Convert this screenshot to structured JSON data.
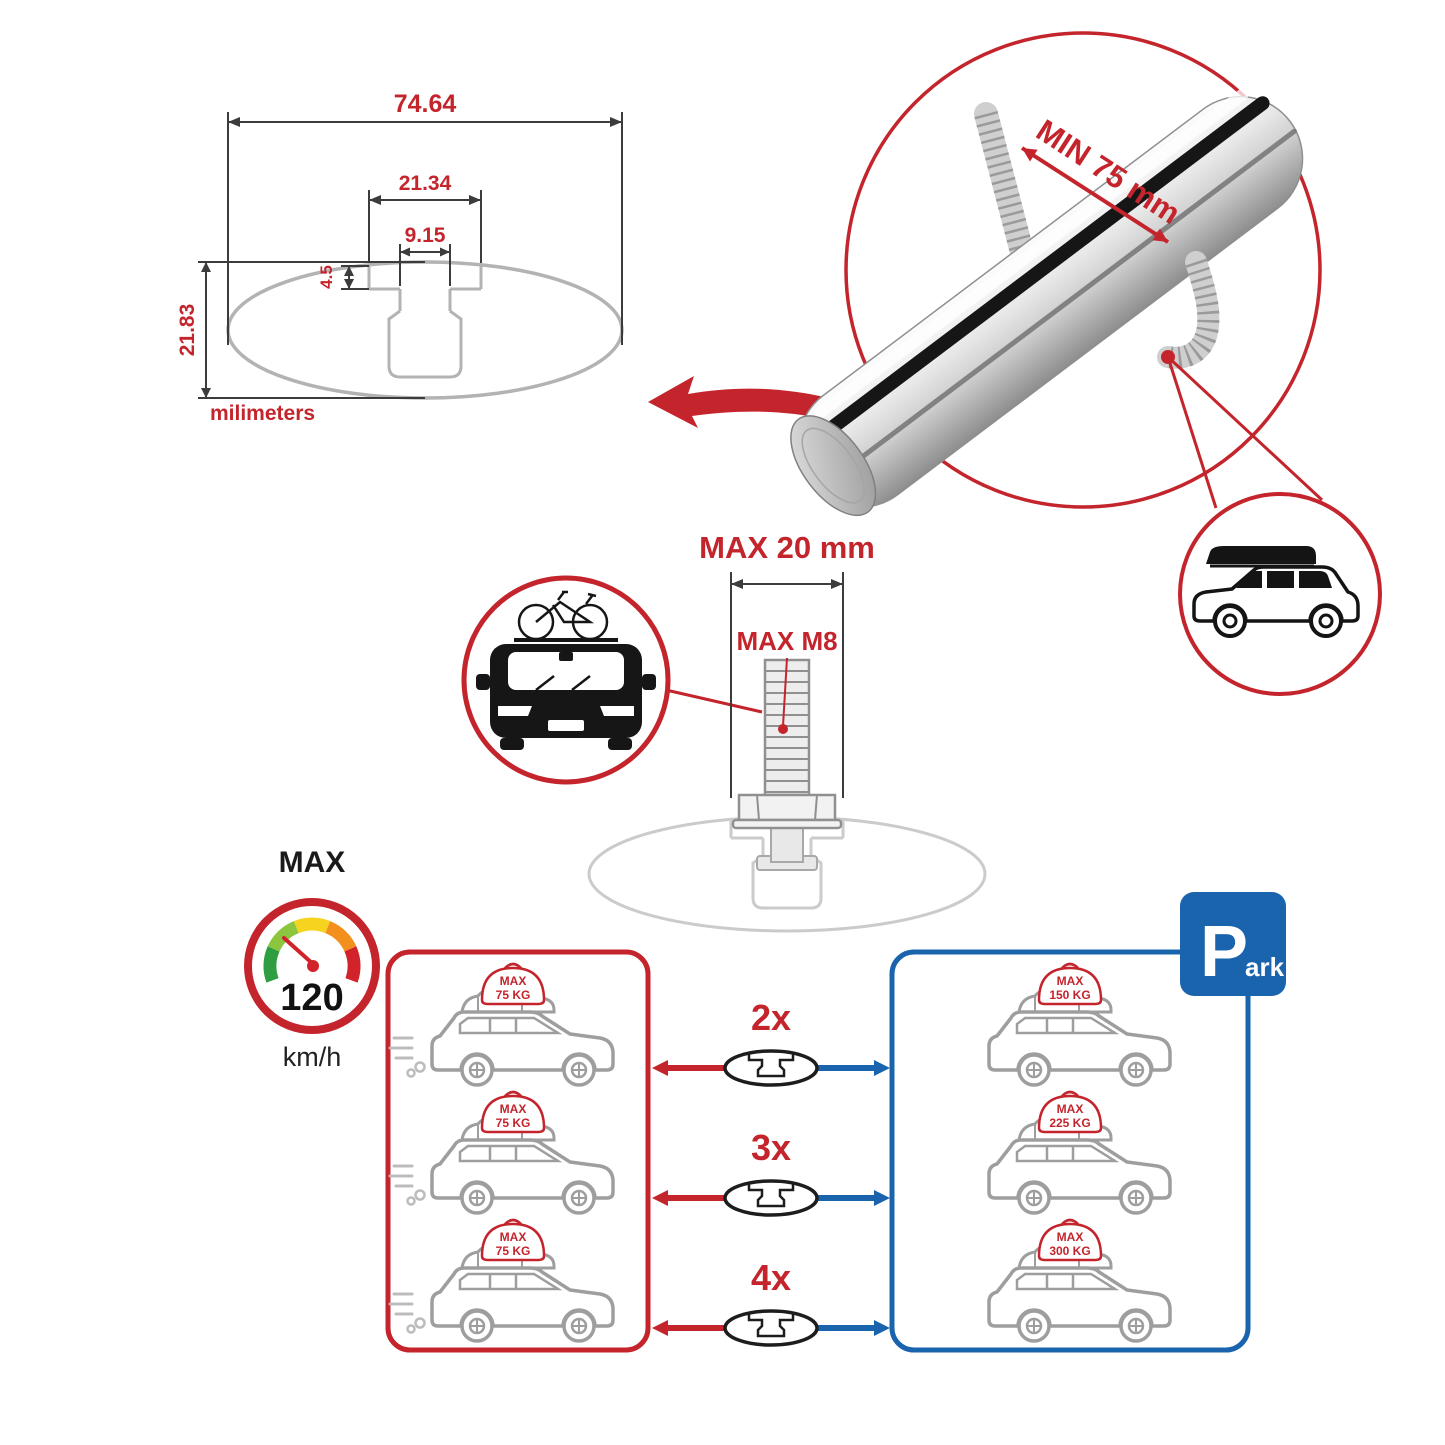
{
  "colors": {
    "red": "#c4242b",
    "blue": "#1a64ae",
    "profile_gray": "#b3b3b3",
    "car_gray": "#9e9e9e"
  },
  "cross_section": {
    "dim_total_width": "74.64",
    "dim_upper_width": "21.34",
    "dim_slot_width": "9.15",
    "dim_lip_depth": "4.5",
    "dim_height": "21.83",
    "unit_label": "milimeters"
  },
  "bar_closeup": {
    "min_spacing_label": "MIN 75 mm"
  },
  "bolt_diagram": {
    "max_clamp_label": "MAX 20 mm",
    "max_thread_label": "MAX M8"
  },
  "speed_limit": {
    "max_label": "MAX",
    "value": "120",
    "unit": "km/h"
  },
  "crossbar_options": [
    {
      "label": "2x"
    },
    {
      "label": "3x"
    },
    {
      "label": "4x"
    }
  ],
  "driving_panel": {
    "cars": [
      {
        "max": "MAX",
        "load": "75 KG"
      },
      {
        "max": "MAX",
        "load": "75 KG"
      },
      {
        "max": "MAX",
        "load": "75 KG"
      }
    ]
  },
  "parking_panel": {
    "cars": [
      {
        "max": "MAX",
        "load": "150 KG"
      },
      {
        "max": "MAX",
        "load": "225 KG"
      },
      {
        "max": "MAX",
        "load": "300 KG"
      }
    ]
  },
  "park_sign": {
    "letter": "P",
    "suffix": "ark"
  }
}
